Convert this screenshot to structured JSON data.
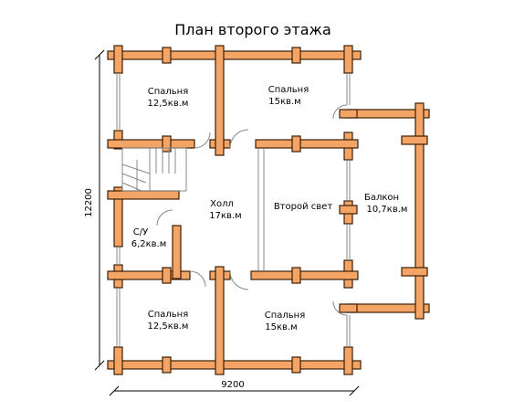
{
  "title": "План второго этажа",
  "rooms": [
    {
      "name": "Спальня",
      "area": "12,5кв.м"
    },
    {
      "name": "Спальня",
      "area": "15кв.м"
    },
    {
      "name": "Холл",
      "area": "17кв.м"
    },
    {
      "name": "Второй свет",
      "area": ""
    },
    {
      "name": "Балкон",
      "area": "10,7кв.м"
    },
    {
      "name": "С/У",
      "area": "6,2кв.м"
    },
    {
      "name": "Спальня",
      "area": "12,5кв.м"
    },
    {
      "name": "Спальня",
      "area": "15кв.м"
    }
  ],
  "dimensions": {
    "width": "9200",
    "height": "12200"
  },
  "colors": {
    "wall_fill": "#f4a566",
    "wall_stroke": "#3a1e08",
    "line": "#000000"
  }
}
